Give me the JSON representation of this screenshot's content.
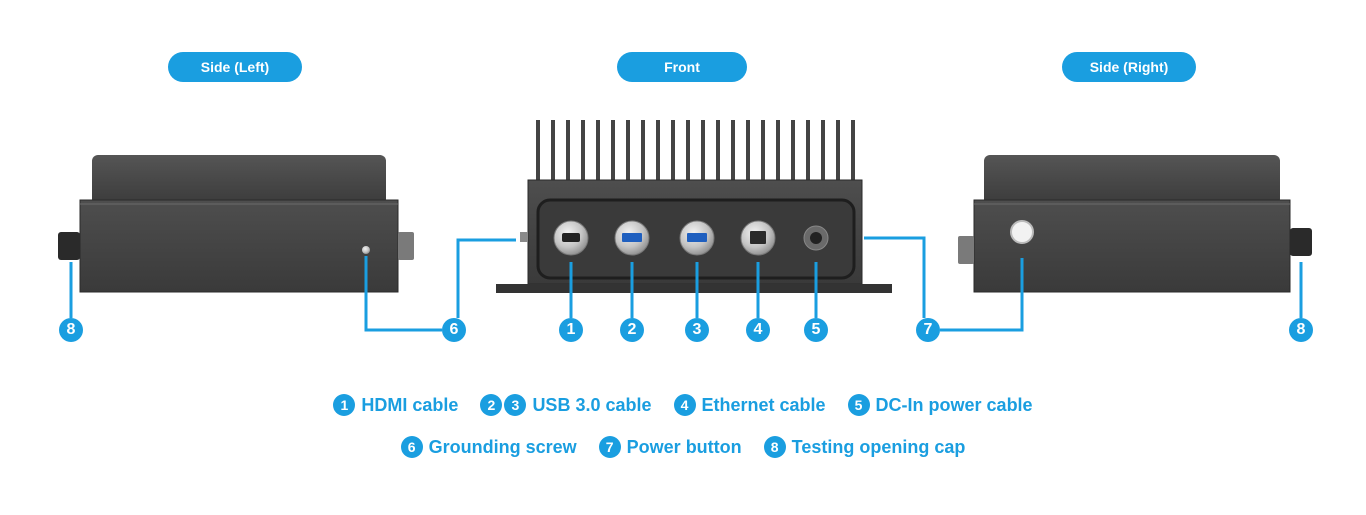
{
  "views": {
    "left": "Side (Left)",
    "front": "Front",
    "right": "Side (Right)"
  },
  "callouts": {
    "c8_left": "8",
    "c6": "6",
    "c1": "1",
    "c2": "2",
    "c3": "3",
    "c4": "4",
    "c5": "5",
    "c7": "7",
    "c8_right": "8"
  },
  "legend": {
    "row1": [
      {
        "nums": [
          "1"
        ],
        "label": "HDMI cable"
      },
      {
        "nums": [
          "2",
          "3"
        ],
        "label": "USB 3.0 cable"
      },
      {
        "nums": [
          "4"
        ],
        "label": "Ethernet cable"
      },
      {
        "nums": [
          "5"
        ],
        "label": "DC-In power cable"
      }
    ],
    "row2": [
      {
        "nums": [
          "6"
        ],
        "label": "Grounding screw"
      },
      {
        "nums": [
          "7"
        ],
        "label": "Power button"
      },
      {
        "nums": [
          "8"
        ],
        "label": "Testing opening cap"
      }
    ]
  },
  "colors": {
    "accent": "#1a9ee0",
    "housing": "#4a4a4a",
    "housing_dark": "#2e2e2e",
    "connector": "#c9c9c9"
  }
}
